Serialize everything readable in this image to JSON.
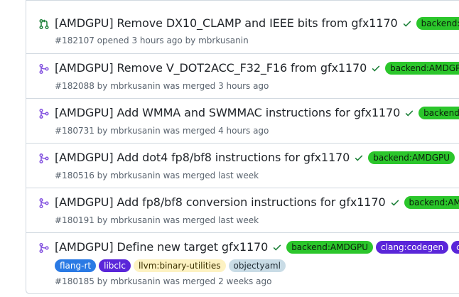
{
  "pull_requests": [
    {
      "state": "open",
      "title": "[AMDGPU] Remove DX10_CLAMP and IEEE bits from gfx1170",
      "labels": [
        "backend:AMDGPU"
      ],
      "meta": "#182107 opened 3 hours ago by mbrkusanin"
    },
    {
      "state": "merged",
      "title": "[AMDGPU] Remove V_DOT2ACC_F32_F16 from gfx1170",
      "labels": [
        "backend:AMDGPU"
      ],
      "meta": "#182088 by mbrkusanin was merged 3 hours ago"
    },
    {
      "state": "merged",
      "title": "[AMDGPU] Add WMMA and SWMMAC instructions for gfx1170",
      "labels": [
        "backend:AMDGPU"
      ],
      "meta": "#180731 by mbrkusanin was merged 4 hours ago"
    },
    {
      "state": "merged",
      "title": "[AMDGPU] Add dot4 fp8/bf8 instructions for gfx1170",
      "labels": [
        "backend:AMDGPU"
      ],
      "meta": "#180516 by mbrkusanin was merged last week"
    },
    {
      "state": "merged",
      "title": "[AMDGPU] Add fp8/bf8 conversion instructions for gfx1170",
      "labels": [
        "backend:AMDGPU"
      ],
      "meta": "#180191 by mbrkusanin was merged last week"
    },
    {
      "state": "merged",
      "title": "[AMDGPU] Define new target gfx1170",
      "labels": [
        "backend:AMDGPU",
        "clang:codegen",
        "clang"
      ],
      "labels_row2": [
        "flang-rt",
        "libclc",
        "llvm:binary-utilities",
        "objectyaml"
      ],
      "meta": "#180185 by mbrkusanin was merged 2 weeks ago"
    }
  ],
  "colors": {
    "open_icon": "#1a7f37",
    "merged_icon": "#8250df",
    "check": "#1a7f37",
    "label_backend": "#2bc62b",
    "label_clang": "#5a26d9",
    "label_flang_rt": "#2a7ae4",
    "label_libclc": "#5a26d9",
    "label_llvm_binary": "#fdf2c2",
    "label_objectyaml": "#c9dce6"
  },
  "icons": {
    "open": "git-pull-request-icon",
    "merged": "git-merge-icon",
    "check": "check-icon"
  }
}
